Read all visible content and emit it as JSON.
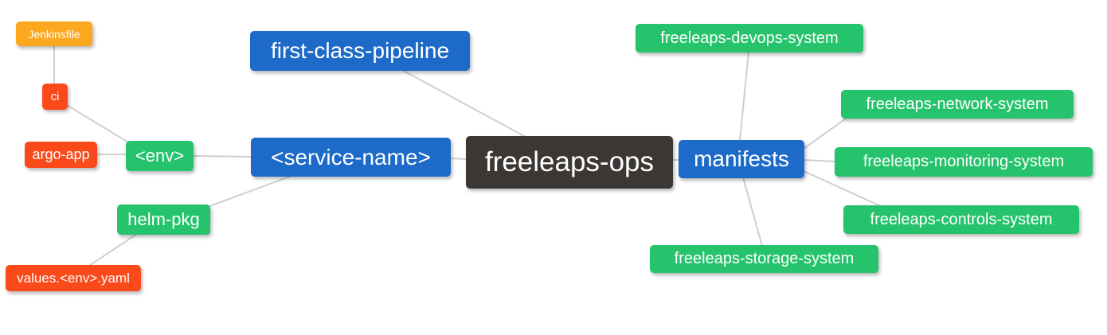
{
  "diagram": {
    "type": "mindmap",
    "root_label": "freeleaps-ops",
    "colors": {
      "root": "#3b3734",
      "branch_blue": "#1d6ac8",
      "leaf_green": "#25c36b",
      "leaf_red": "#fb4a1a",
      "leaf_amber": "#fba81e",
      "edge": "#cfcfcf",
      "background": "#ffffff",
      "text": "#ffffff"
    },
    "nodes": [
      {
        "id": "jenkinsfile",
        "label": "Jenkinsfile",
        "color": "amber"
      },
      {
        "id": "ci",
        "label": "ci",
        "color": "red"
      },
      {
        "id": "argo-app",
        "label": "argo-app",
        "color": "red"
      },
      {
        "id": "env",
        "label": "<env>",
        "color": "green"
      },
      {
        "id": "helm-pkg",
        "label": "helm-pkg",
        "color": "green"
      },
      {
        "id": "values-env-yaml",
        "label": "values.<env>.yaml",
        "color": "red"
      },
      {
        "id": "first-class-pipeline",
        "label": "first-class-pipeline",
        "color": "blue"
      },
      {
        "id": "service-name",
        "label": "<service-name>",
        "color": "blue"
      },
      {
        "id": "freeleaps-ops",
        "label": "freeleaps-ops",
        "color": "dark"
      },
      {
        "id": "manifests",
        "label": "manifests",
        "color": "blue"
      },
      {
        "id": "freeleaps-devops-system",
        "label": "freeleaps-devops-system",
        "color": "green"
      },
      {
        "id": "freeleaps-network-system",
        "label": "freeleaps-network-system",
        "color": "green"
      },
      {
        "id": "freeleaps-monitoring-system",
        "label": "freeleaps-monitoring-system",
        "color": "green"
      },
      {
        "id": "freeleaps-controls-system",
        "label": "freeleaps-controls-system",
        "color": "green"
      },
      {
        "id": "freeleaps-storage-system",
        "label": "freeleaps-storage-system",
        "color": "green"
      }
    ],
    "edges": [
      [
        "Jenkinsfile",
        "ci"
      ],
      [
        "ci",
        "<env>"
      ],
      [
        "argo-app",
        "<env>"
      ],
      [
        "<env>",
        "<service-name>"
      ],
      [
        "<service-name>",
        "helm-pkg"
      ],
      [
        "helm-pkg",
        "values.<env>.yaml"
      ],
      [
        "first-class-pipeline",
        "freeleaps-ops"
      ],
      [
        "<service-name>",
        "freeleaps-ops"
      ],
      [
        "freeleaps-ops",
        "manifests"
      ],
      [
        "manifests",
        "freeleaps-devops-system"
      ],
      [
        "manifests",
        "freeleaps-network-system"
      ],
      [
        "manifests",
        "freeleaps-monitoring-system"
      ],
      [
        "manifests",
        "freeleaps-controls-system"
      ],
      [
        "manifests",
        "freeleaps-storage-system"
      ]
    ]
  }
}
